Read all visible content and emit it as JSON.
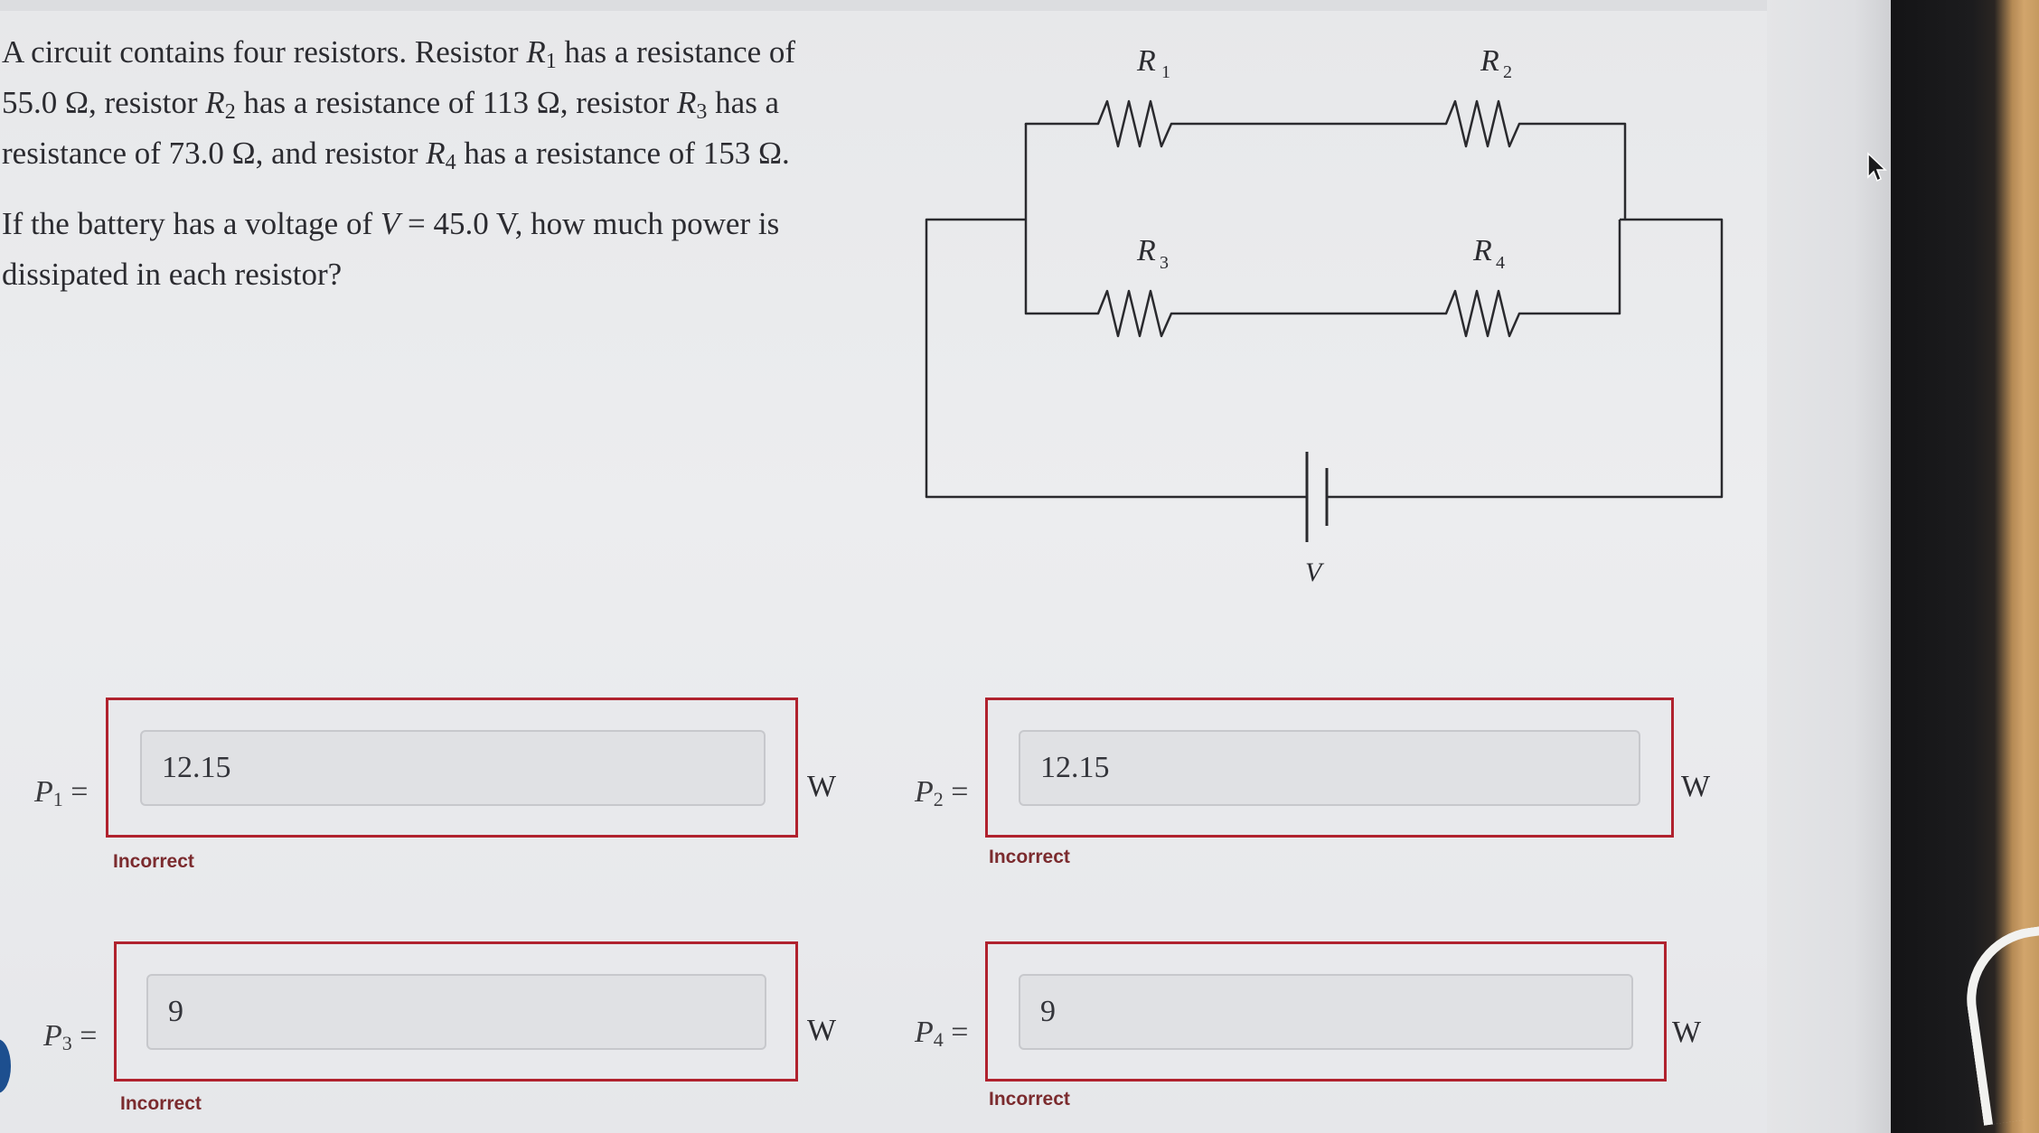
{
  "question": {
    "p1": {
      "t1": "A circuit contains four resistors. Resistor ",
      "r1_sym": "R",
      "r1_sub": "1",
      "t2": " has a resistance of 55.0 Ω, resistor ",
      "r2_sym": "R",
      "r2_sub": "2",
      "t3": " has a resistance of 113 Ω, resistor ",
      "r3_sym": "R",
      "r3_sub": "3",
      "t4": " has a resistance of 73.0 Ω, and resistor ",
      "r4_sym": "R",
      "r4_sub": "4",
      "t5": " has a resistance of 153 Ω."
    },
    "p2": {
      "t1": "If the battery has a voltage of ",
      "v_sym": "V",
      "t2": " = 45.0 V, how much power is dissipated in each resistor?"
    }
  },
  "diagram": {
    "r1_label": "R",
    "r1_sub": "1",
    "r2_label": "R",
    "r2_sub": "2",
    "r3_label": "R",
    "r3_sub": "3",
    "r4_label": "R",
    "r4_sub": "4",
    "battery_label": "V"
  },
  "answers": [
    {
      "sym": "P",
      "sub": "1",
      "eq": " =",
      "value": "12.15",
      "unit": "W",
      "feedback": "Incorrect"
    },
    {
      "sym": "P",
      "sub": "2",
      "eq": " =",
      "value": "12.15",
      "unit": "W",
      "feedback": "Incorrect"
    },
    {
      "sym": "P",
      "sub": "3",
      "eq": " =",
      "value": "9",
      "unit": "W",
      "feedback": "Incorrect"
    },
    {
      "sym": "P",
      "sub": "4",
      "eq": " =",
      "value": "9",
      "unit": "W",
      "feedback": "Incorrect"
    }
  ],
  "colors": {
    "error_border": "#b0222e",
    "feedback_text": "#7b2b2e",
    "wire": "#2a2a2e"
  },
  "icons": [
    "mouse-pointer-icon"
  ]
}
